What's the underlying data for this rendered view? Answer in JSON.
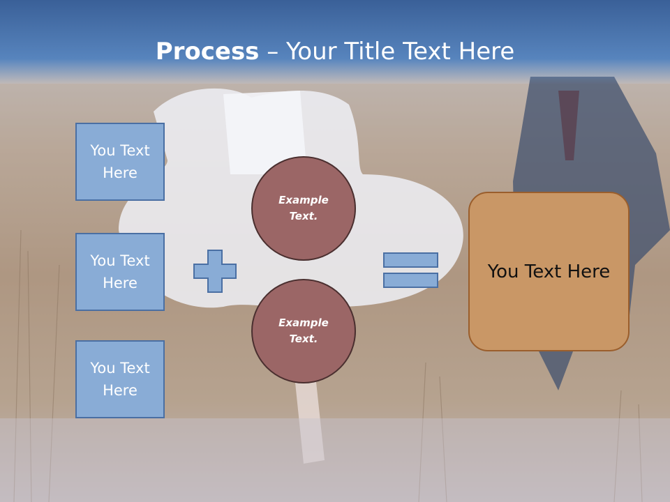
{
  "header": {
    "title_bold": "Process",
    "title_rest": " – Your Title Text Here"
  },
  "left_boxes": [
    {
      "text": "You Text Here"
    },
    {
      "text": "You Text Here"
    },
    {
      "text": "You Text Here"
    }
  ],
  "circles": [
    {
      "text": "Example Text."
    },
    {
      "text": "Example Text."
    }
  ],
  "result": {
    "text": "You Text Here"
  },
  "colors": {
    "header_blue": "#4a74ad",
    "box_fill": "#89acd6",
    "circle_fill": "#9b6666",
    "result_fill": "#c99766"
  },
  "icons": {
    "plus": "plus-icon",
    "equals": "equals-icon"
  }
}
